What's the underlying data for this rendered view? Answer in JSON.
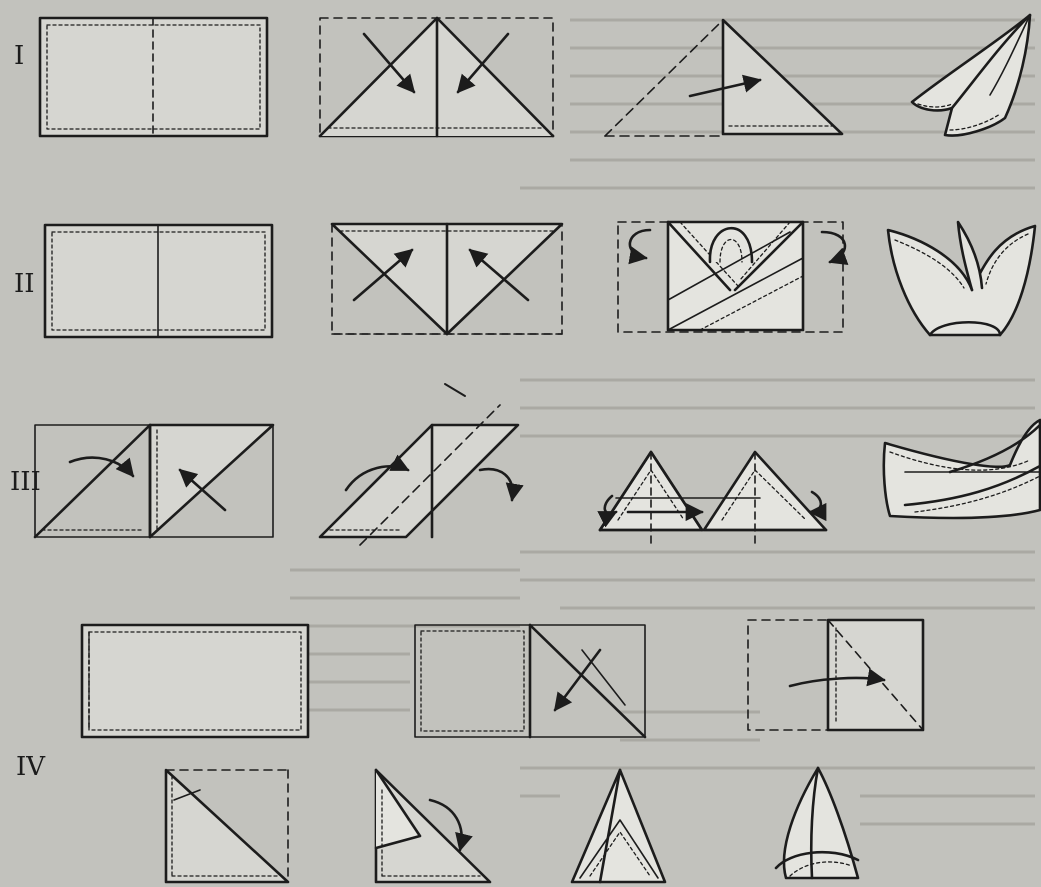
{
  "rows": [
    {
      "id": "row-1",
      "label": "I"
    },
    {
      "id": "row-2",
      "label": "II"
    },
    {
      "id": "row-3",
      "label": "III"
    },
    {
      "id": "row-4",
      "label": "IV"
    }
  ],
  "colors": {
    "paper": "#c2c2bd",
    "ink": "#1c1c1c",
    "fold_face": "#e4e4df"
  }
}
